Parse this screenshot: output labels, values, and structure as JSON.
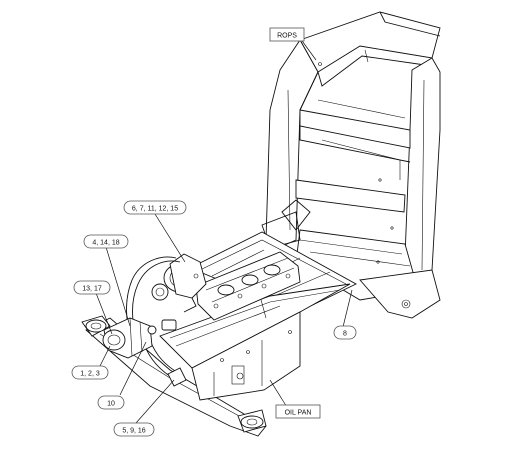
{
  "labels": {
    "rops": "ROPS",
    "oil_pan": "OIL PAN",
    "callout_6_7_11_12_15": "6, 7, 11, 12, 15",
    "callout_4_14_18": "4, 14, 18",
    "callout_13_17": "13, 17",
    "callout_1_2_3": "1, 2, 3",
    "callout_10": "10",
    "callout_5_9_16": "5, 9, 16",
    "callout_8": "8"
  }
}
